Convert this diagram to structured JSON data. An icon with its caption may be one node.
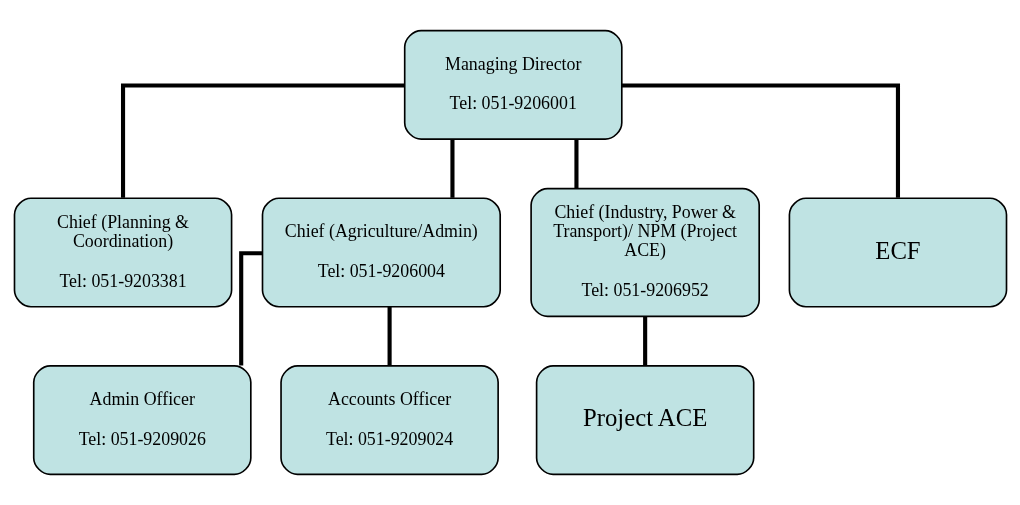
{
  "diagram": {
    "nodes": [
      {
        "text": [
          "Managing Director",
          "Tel: 051-9206001"
        ]
      },
      {
        "text": [
          "Chief (Planning & Coordination)",
          "Tel: 051-9203381"
        ]
      },
      {
        "text": [
          "Chief (Agriculture/Admin)",
          "Tel: 051-9206004"
        ]
      },
      {
        "text": [
          "Chief (Industry, Power & Transport)/ NPM (Project ACE)",
          "Tel: 051-9206952"
        ]
      },
      {
        "text": [
          "ECF"
        ]
      },
      {
        "text": [
          "Admin Officer",
          "Tel: 051-9209026"
        ]
      },
      {
        "text": [
          "Accounts Officer",
          "Tel: 051-9209024"
        ]
      },
      {
        "text": [
          "Project ACE"
        ]
      }
    ],
    "edges": [
      {
        "from": 0,
        "to": 1,
        "arrow": "none"
      },
      {
        "from": 0,
        "to": 2,
        "arrow": "none"
      },
      {
        "from": 0,
        "to": 3,
        "arrow": "none"
      },
      {
        "from": 0,
        "to": 4,
        "arrow": "none"
      },
      {
        "from": 2,
        "to": 5,
        "arrow": "none"
      },
      {
        "from": 2,
        "to": 6,
        "arrow": "none"
      },
      {
        "from": 3,
        "to": 7,
        "arrow": "none"
      }
    ]
  }
}
